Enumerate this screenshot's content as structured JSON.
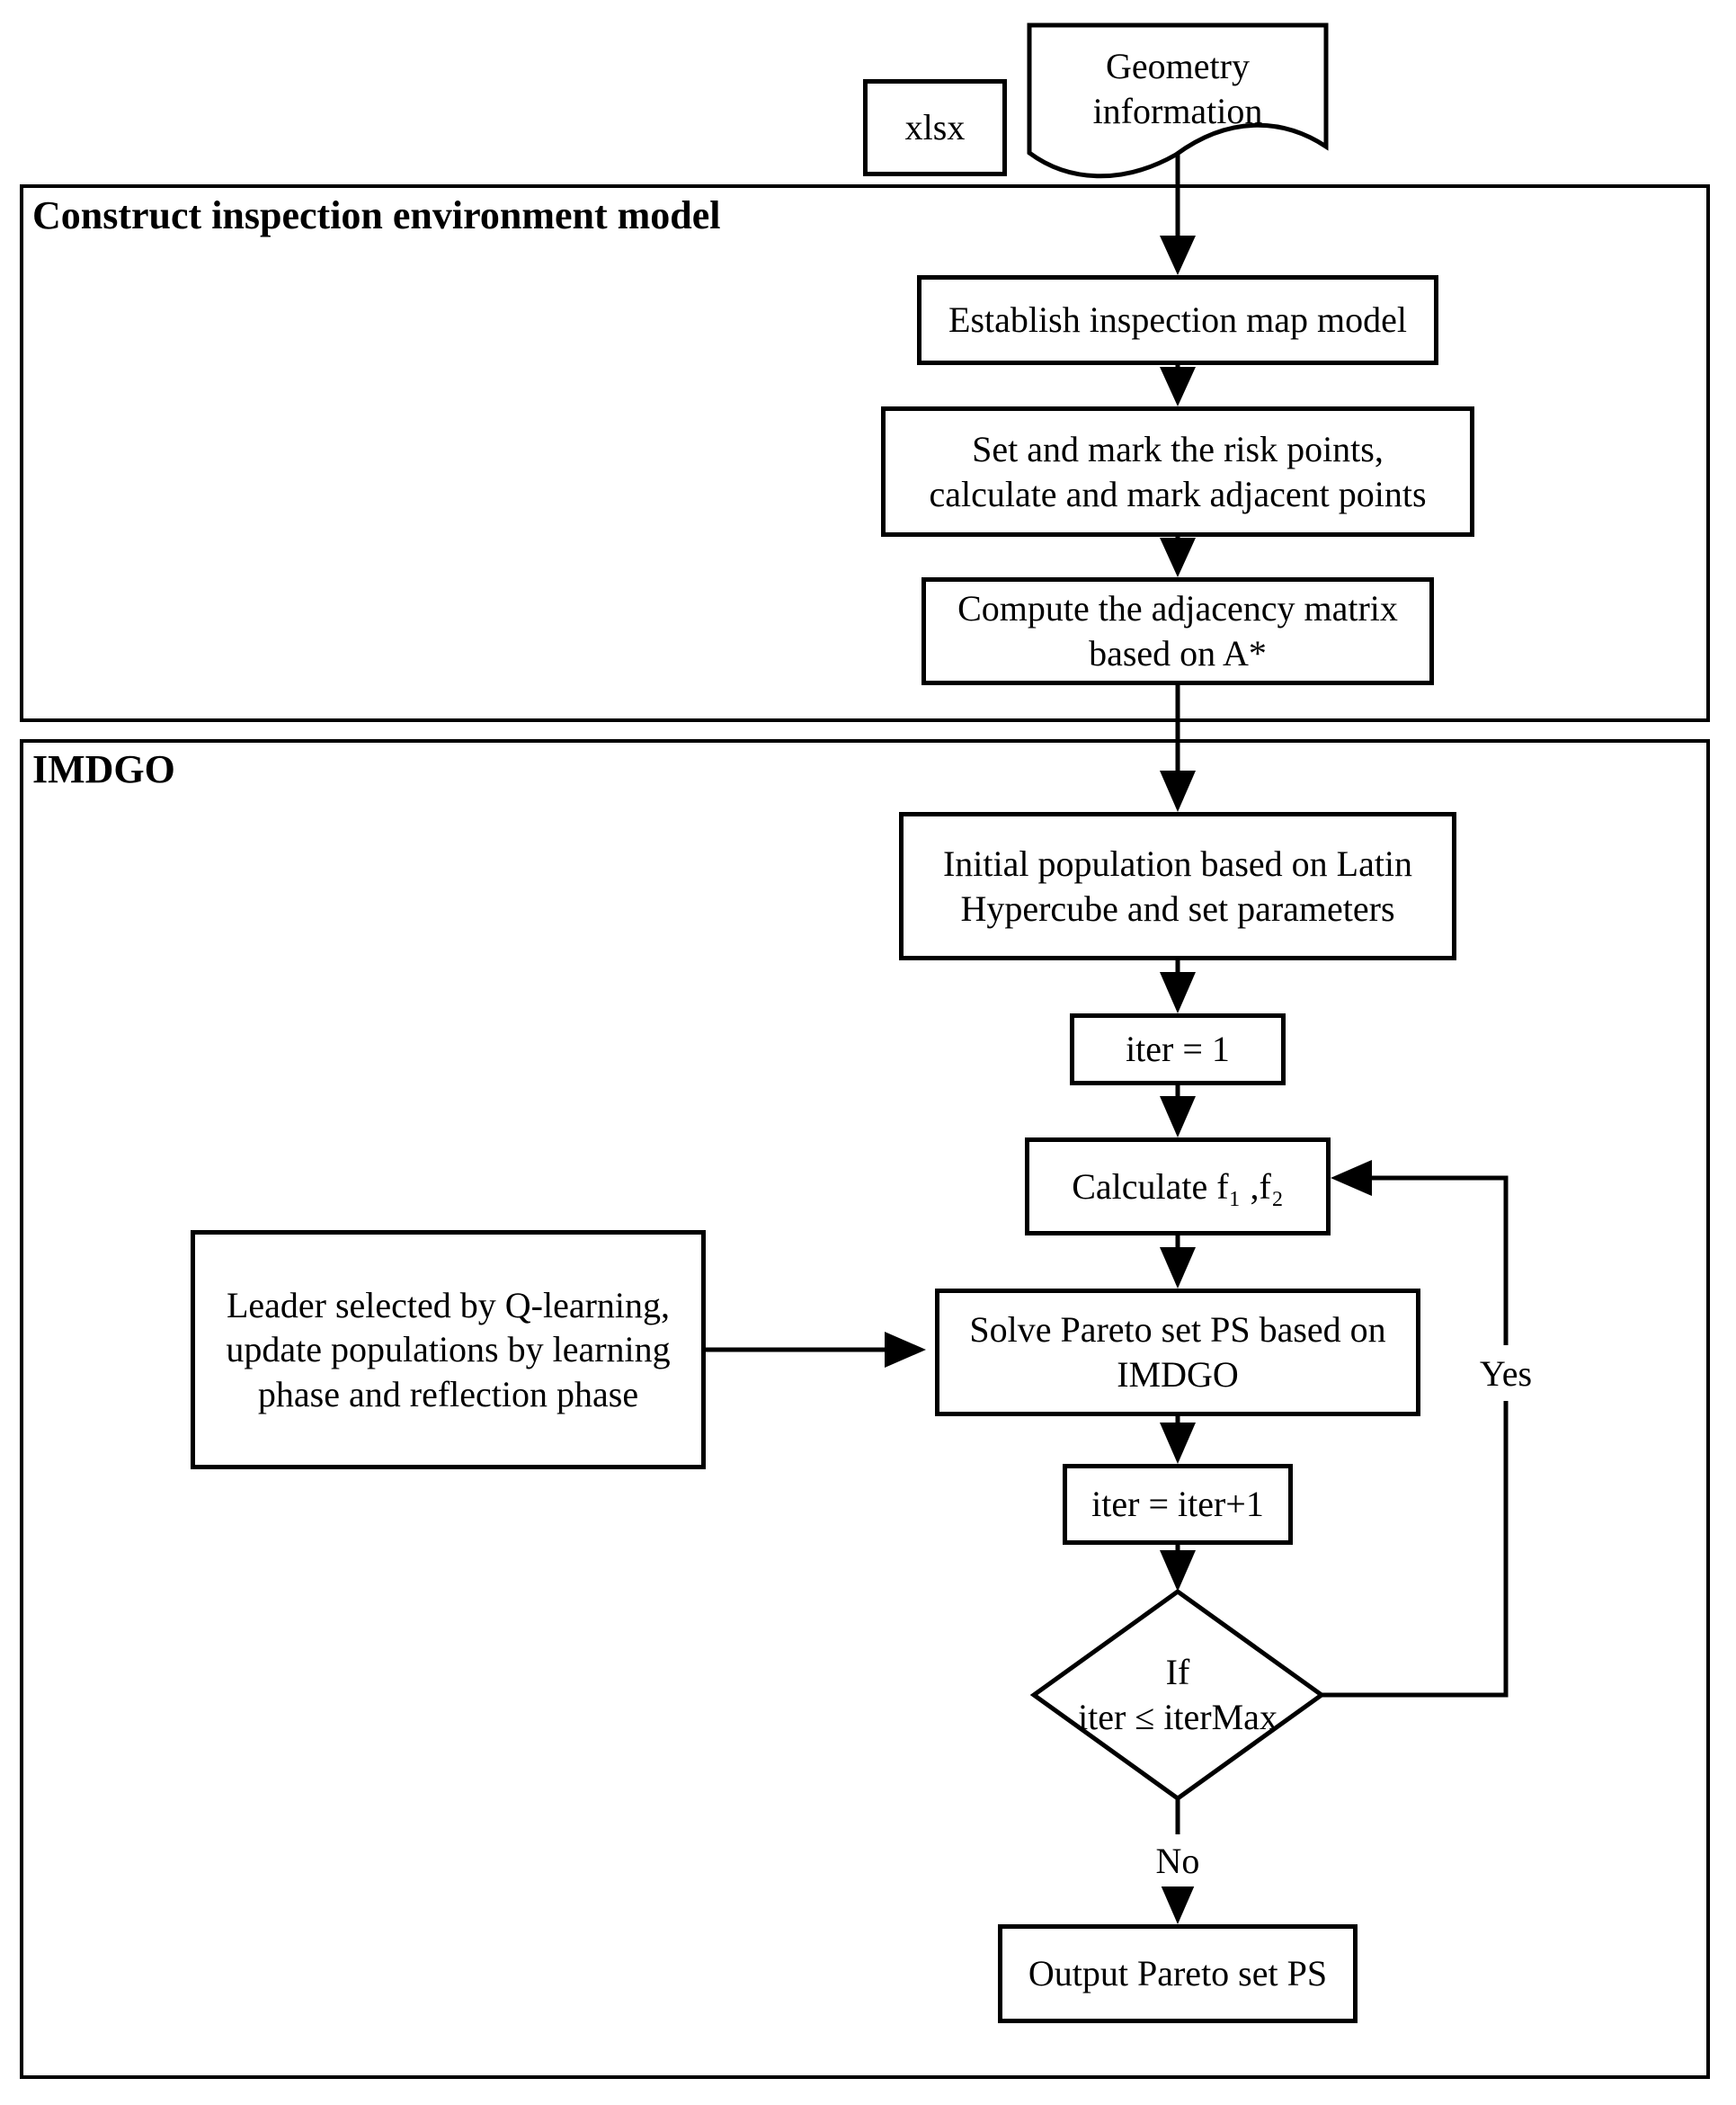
{
  "source": {
    "xlsx": {
      "label": "xlsx"
    },
    "document": {
      "lines": [
        "Geometry",
        "information"
      ]
    }
  },
  "sections": {
    "construct": {
      "title": "Construct inspection environment model"
    },
    "imdgo": {
      "title": "IMDGO"
    }
  },
  "nodes": {
    "establish": {
      "lines": [
        "Establish inspection map model"
      ]
    },
    "risk_points": {
      "lines": [
        "Set and mark the risk points,",
        "calculate and mark adjacent points"
      ]
    },
    "adjacency": {
      "lines": [
        "Compute the adjacency matrix",
        "based on A*"
      ]
    },
    "init_population": {
      "lines": [
        "Initial population based on Latin",
        "Hypercube and set parameters"
      ]
    },
    "iter_init": {
      "lines": [
        "iter = 1"
      ]
    },
    "calculate": {
      "lines": [
        "Calculate f₁ ,f₂"
      ]
    },
    "leader": {
      "lines": [
        "Leader selected by Q-learning,",
        "update populations by learning",
        "phase and reflection phase"
      ]
    },
    "solve": {
      "lines": [
        "Solve Pareto set PS based on",
        "IMDGO"
      ]
    },
    "iter_increment": {
      "lines": [
        "iter = iter+1"
      ]
    },
    "decision": {
      "lines": [
        "If",
        "iter ≤ iterMax"
      ]
    },
    "output": {
      "lines": [
        "Output Pareto set PS"
      ]
    }
  },
  "edges": {
    "yes_label": "Yes",
    "no_label": "No"
  },
  "colors": {
    "ink": "#000000",
    "paper": "#ffffff"
  }
}
